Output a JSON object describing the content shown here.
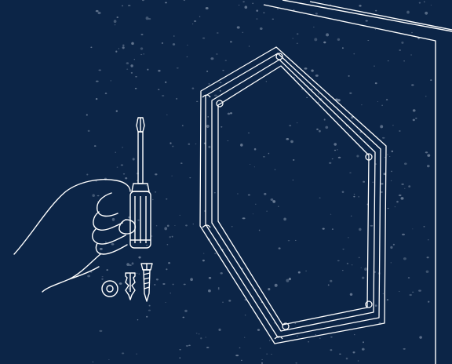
{
  "illustration": {
    "background_color": "#0c2547",
    "line_color": "#ffffff",
    "speckle_color": "#6b7d96",
    "objects": [
      {
        "name": "wall-with-corner"
      },
      {
        "name": "hexagon-mounting-frame"
      },
      {
        "name": "hand-holding-screwdriver"
      },
      {
        "name": "screwdriver-icon"
      },
      {
        "name": "washer-icon"
      },
      {
        "name": "wall-plug-icon"
      },
      {
        "name": "screw-icon"
      }
    ]
  }
}
